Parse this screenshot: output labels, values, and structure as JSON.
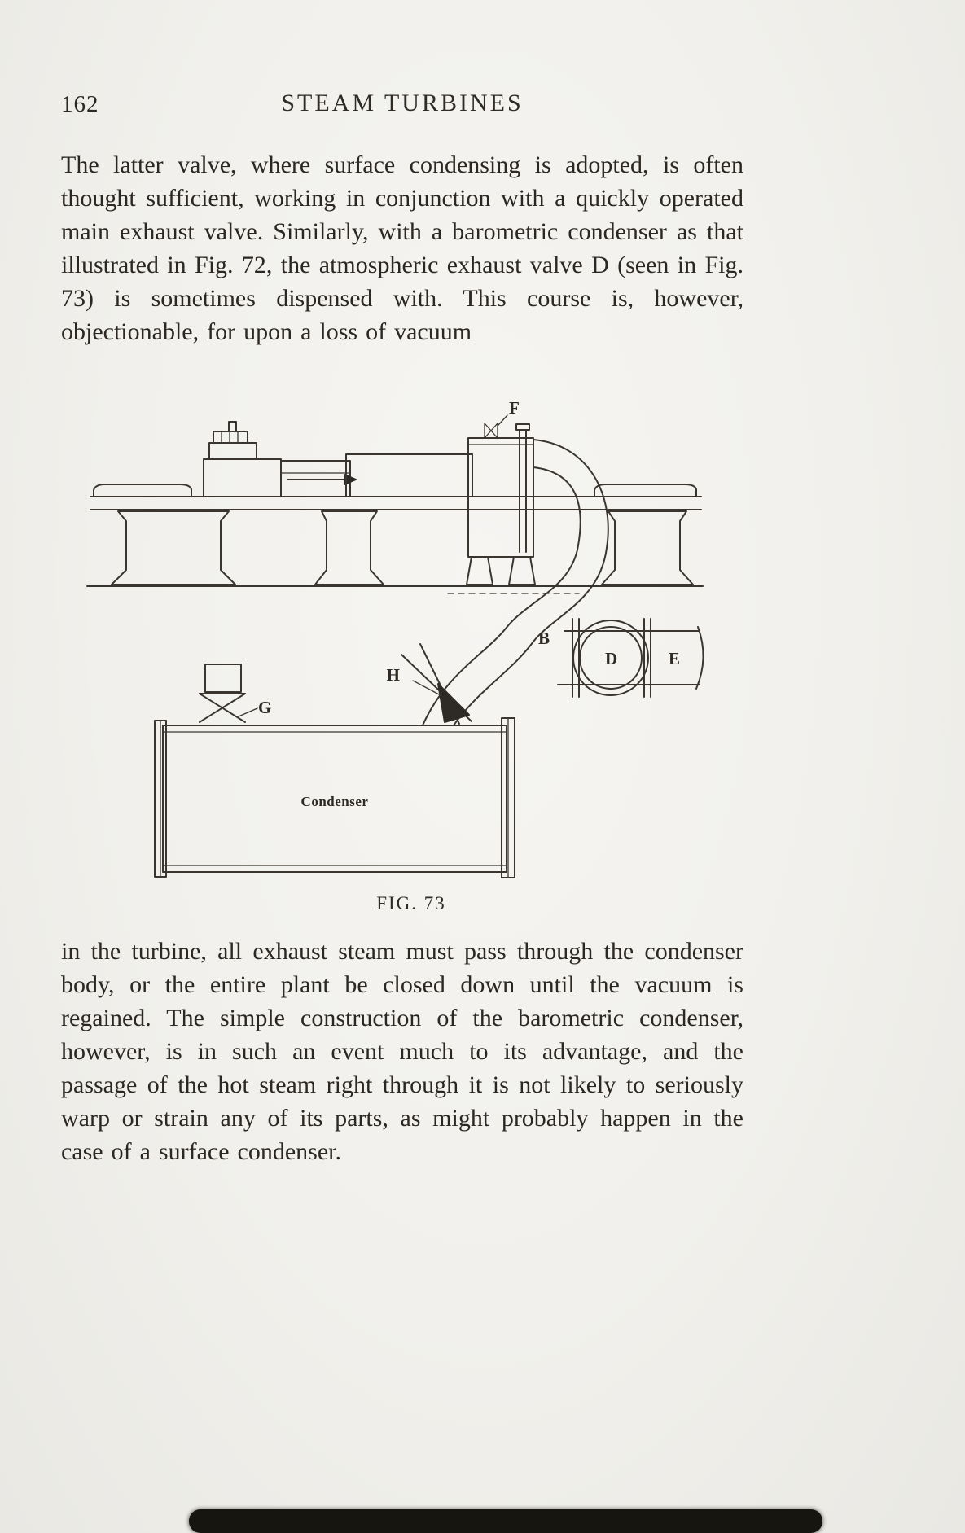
{
  "page": {
    "number": "162",
    "header": "STEAM TURBINES",
    "paragraph1": "The latter valve, where surface condensing is adopted, is often thought sufficient, working in conjunction with a quickly operated main exhaust valve. Similarly, with a barometric condenser as that illustrated in Fig. 72, the atmospheric exhaust valve D (seen in Fig. 73) is sometimes dispensed with. This course is, however, objectionable, for upon a loss of vacuum",
    "figure": {
      "caption": "FIG. 73",
      "labels": {
        "f": "F",
        "b": "B",
        "d": "D",
        "e": "E",
        "h": "H",
        "g": "G",
        "condenser": "Condenser"
      }
    },
    "paragraph2": "in the turbine, all exhaust steam must pass through the condenser body, or the entire plant be closed down until the vacuum is regained. The simple construction of the barometric condenser, however, is in such an event much to its advantage, and the passage of the hot steam right through it is not likely to seriously warp or strain any of its parts, as might probably happen in the case of a surface condenser."
  }
}
